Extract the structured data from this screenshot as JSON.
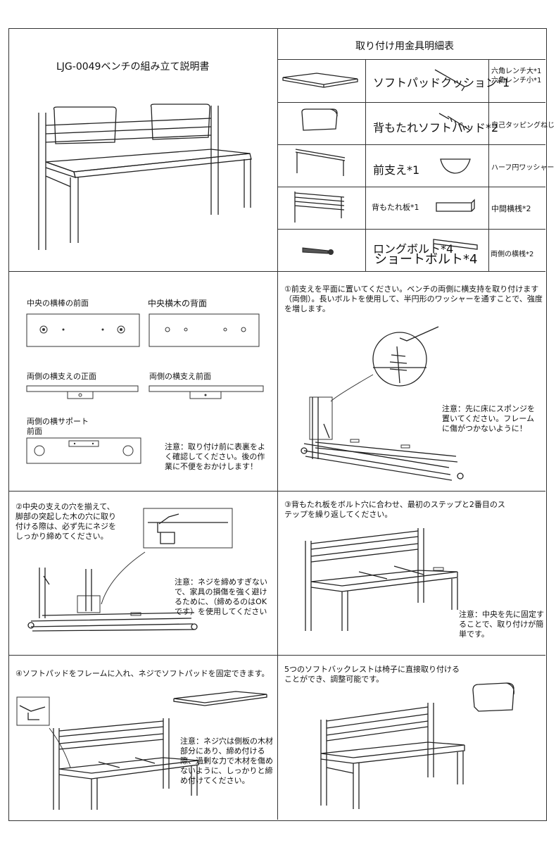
{
  "title": "LJG-0049ベンチの組み立て説明書",
  "parts_table": {
    "header": "取り付け用金具明細表",
    "rows": [
      {
        "left_label": "ソフトパッドクッション*1",
        "right_label": "六角レンチ大*1六角レンチ小*1"
      },
      {
        "left_label": "背もたれソフトパッド*2",
        "right_label": "自己タッピングねじ"
      },
      {
        "left_label": "前支え*1",
        "right_label": "ハーフ円ワッシャー"
      },
      {
        "left_label": "背もたれ板*1",
        "right_label": "中間横桟*2"
      },
      {
        "left_label": "ロングボルト*4",
        "left_label2": "ショートボルト*4",
        "right_label": "両側の横桟*2"
      }
    ]
  },
  "section2": {
    "label_center_front": "中央の横棒の前面",
    "label_center_back": "中央横木の背面",
    "label_side_front": "両側の横支えの正面",
    "label_side_front2": "両側の横支え前面",
    "label_side_support": "両側の横サポート",
    "label_side_support2": "前面",
    "note": "注意：取り付け前に表裏をよく確認してください。後の作業に不便をおかけします！"
  },
  "step1": {
    "text": "①前支えを平面に置いてください。ベンチの両側に横支持を取り付けます（両側）。長いボルトを使用して、半円形のワッシャーを通すことで、強度を増します。",
    "note": "注意：先に床にスポンジを置いてください。フレームに傷がつかないように！"
  },
  "step2": {
    "text": "②中央の支えの穴を揃えて、脚部の突起した木の穴に取り付ける際は、必ず先にネジをしっかり締めてください。",
    "note": "注意：ネジを締めすぎないで、家具の損傷を強く避けるために、（締めるのはOKです）を使用してください"
  },
  "step3": {
    "text": "③背もたれ板をボルト穴に合わせ、最初のステップと2番目のステップを繰り返してください。",
    "note": "注意：中央を先に固定することで、取り付けが簡単です。"
  },
  "step4": {
    "text": "④ソフトパッドをフレームに入れ、ネジでソフトパッドを固定できます。",
    "note": "注意：ネジ穴は側板の木材部分にあり、締め付ける際、過剰な力で木材を傷めないように、しっかりと締め付けてください。"
  },
  "step5": {
    "text": "5つのソフトバックレストは椅子に直接取り付けることができ、調整可能です。"
  }
}
